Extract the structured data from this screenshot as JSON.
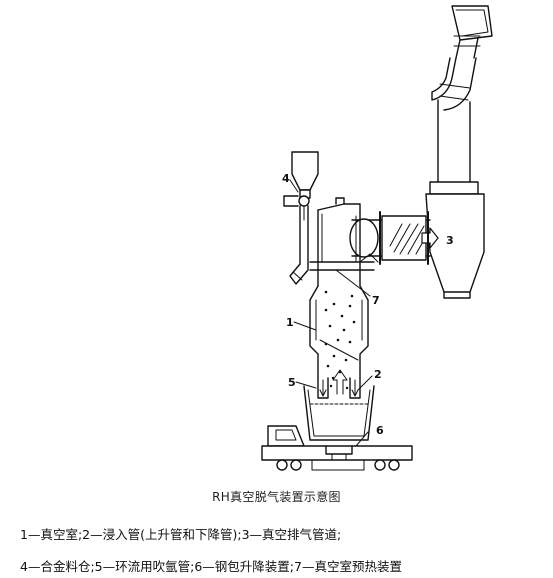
{
  "labels": [
    {
      "id": "1",
      "text": "1"
    },
    {
      "id": "2",
      "text": "2"
    },
    {
      "id": "3",
      "text": "3"
    },
    {
      "id": "4",
      "text": "4"
    },
    {
      "id": "5",
      "text": "5"
    },
    {
      "id": "6",
      "text": "6"
    },
    {
      "id": "7",
      "text": "7"
    }
  ],
  "caption": "RH真空脱气装置示意图",
  "legend": {
    "line1": "1—真空室;2—浸入管(上升管和下降管);3—真空排气管道;",
    "line2": "4—合金料仓;5—环流用吹氩管;6—钢包升降装置;7—真空室预热装置"
  }
}
